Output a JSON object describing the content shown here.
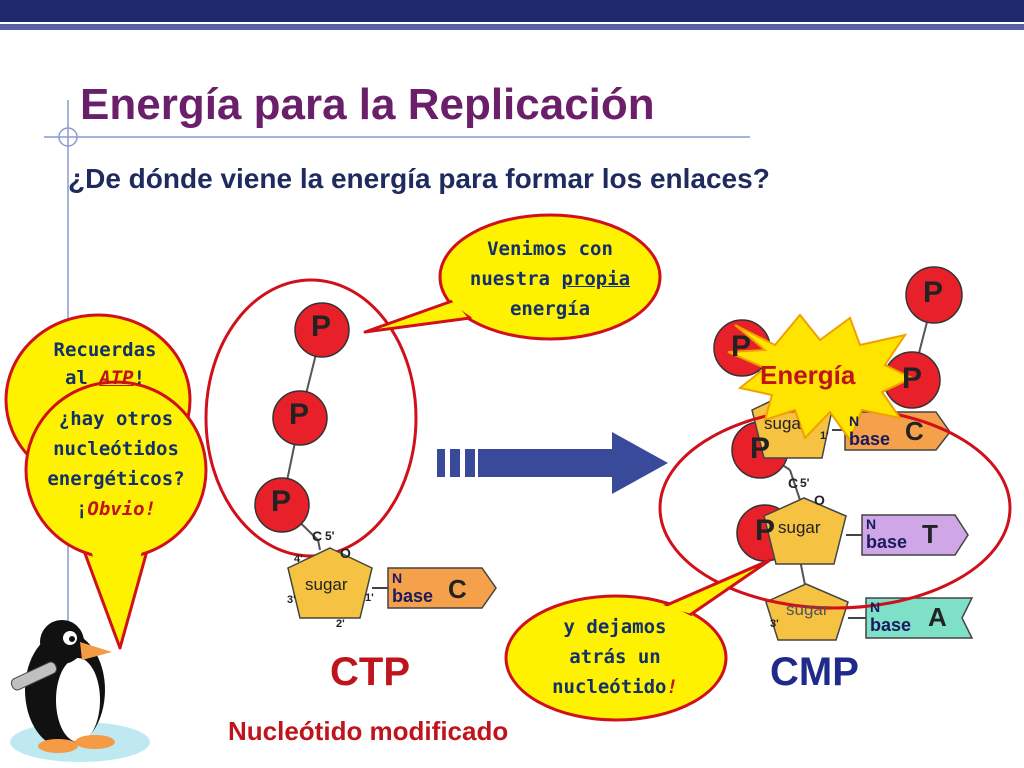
{
  "slide": {
    "title": "Energía para la Replicación",
    "subtitle": "¿De dónde viene la energía para formar los enlaces?"
  },
  "bubbles": {
    "top": {
      "line1": "Venimos con",
      "line2a": "nuestra ",
      "line2b": "propia",
      "line3": "energía"
    },
    "left_back": {
      "line1": "Recuerdas",
      "line2a": "al ",
      "line2b": "ATP",
      "line2c": "!"
    },
    "left_front": {
      "line1": "¿hay otros",
      "line2": "nucleótidos",
      "line3": "energéticos?",
      "line4a": "¡",
      "line4b": "Obvio",
      "line4c": "!"
    },
    "bottom": {
      "line1": "y dejamos",
      "line2": "atrás un",
      "line3a": "nucleótido",
      "line3b": "!"
    }
  },
  "molecule_labels": {
    "phosphate": "P",
    "sugar": "sugar",
    "sugar_partial": "suga",
    "base_n": "N",
    "base_word": "base",
    "base_c": "C",
    "base_t": "T",
    "base_a": "A",
    "c5": "C",
    "p5": "5'",
    "o": "O",
    "p4": "4'",
    "p3": "3'",
    "p2": "2'",
    "p1": "1'",
    "energy": "Energía"
  },
  "captions": {
    "ctp": "CTP",
    "cmp": "CMP",
    "modified": "Nucleótido modificado"
  },
  "colors": {
    "title": "#6b1f6b",
    "subtitle": "#1f2a5e",
    "phosphate": "#e8202a",
    "sugar": "#f5c242",
    "base_c": "#f5a04a",
    "base_t": "#cfa6e6",
    "base_a": "#7fe0c8",
    "bubble": "#fff200",
    "arrow": "#3a4a9a",
    "energy": "#ffe400",
    "caption_red": "#c0141c",
    "caption_blue": "#1f2a8a"
  }
}
